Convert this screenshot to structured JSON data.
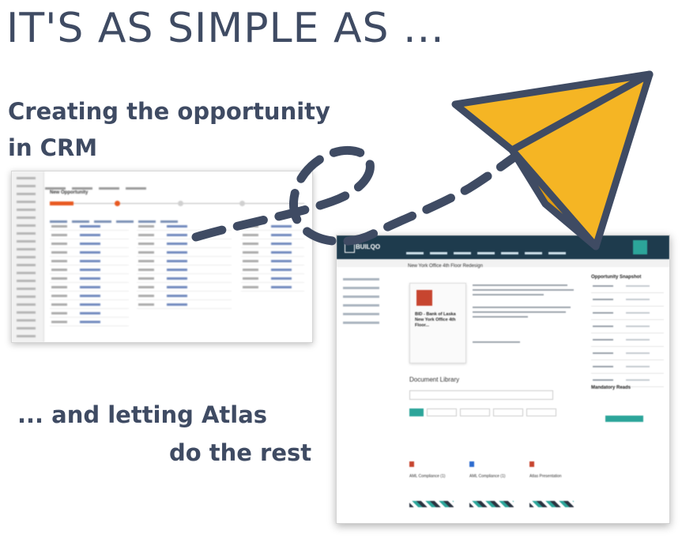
{
  "headline": "IT'S AS SIMPLE AS ...",
  "subheading": {
    "line1": "Creating the opportunity",
    "line2": "in CRM"
  },
  "tagline": {
    "line1": "... and letting Atlas",
    "line2": "do the rest"
  },
  "crm_screenshot": {
    "record_title": "New Opportunity"
  },
  "atlas_screenshot": {
    "brand": "BUILQO",
    "page_title": "New York Office 4th Floor Redesign",
    "card_title": "BID - Bank of Laska New York Office 4th Floor...",
    "snapshot_heading": "Opportunity Snapshot",
    "document_library": "Document Library",
    "mandatory_reads": "Mandatory Reads",
    "tiles": [
      "AML Compliance (1)",
      "AML Compliance (1)",
      "Atlas Presentation"
    ]
  },
  "colors": {
    "text": "#3f4b63",
    "plane": "#f5b524",
    "outline": "#3f4b63",
    "atlas_nav": "#1e3b4d",
    "atlas_accent": "#2ca59a",
    "crm_accent": "#e8581f"
  }
}
